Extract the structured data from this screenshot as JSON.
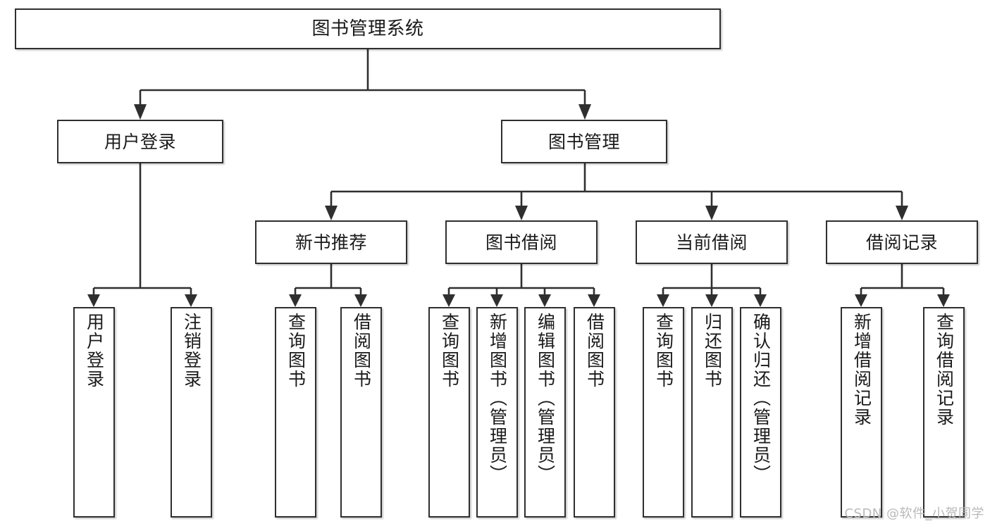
{
  "diagram": {
    "title": "图书管理系统",
    "watermark": "CSDN @软件_小贺同学",
    "colors": {
      "stroke": "#2f2f2f",
      "fill": "#ffffff",
      "text": "#1a1a1a",
      "watermark": "#b9b9b9"
    },
    "levels": {
      "root": {
        "label": "图书管理系统"
      },
      "level2": [
        {
          "id": "user-login",
          "label": "用户登录"
        },
        {
          "id": "book-management",
          "label": "图书管理"
        }
      ],
      "level3": [
        {
          "id": "new-book-recommend",
          "label": "新书推荐"
        },
        {
          "id": "book-borrow",
          "label": "图书借阅"
        },
        {
          "id": "current-borrow",
          "label": "当前借阅"
        },
        {
          "id": "borrow-record",
          "label": "借阅记录"
        }
      ],
      "leaves": {
        "user-login": [
          {
            "id": "leaf-user-login",
            "label": "用户登录"
          },
          {
            "id": "leaf-logout",
            "label": "注销登录"
          }
        ],
        "new-book-recommend": [
          {
            "id": "leaf-query-book-1",
            "label": "查询图书"
          },
          {
            "id": "leaf-borrow-book-1",
            "label": "借阅图书"
          }
        ],
        "book-borrow": [
          {
            "id": "leaf-query-book-2",
            "label": "查询图书"
          },
          {
            "id": "leaf-add-book",
            "label": "新增图书（管理员）"
          },
          {
            "id": "leaf-edit-book",
            "label": "编辑图书（管理员）"
          },
          {
            "id": "leaf-borrow-book-2",
            "label": "借阅图书"
          }
        ],
        "current-borrow": [
          {
            "id": "leaf-query-book-3",
            "label": "查询图书"
          },
          {
            "id": "leaf-return-book",
            "label": "归还图书"
          },
          {
            "id": "leaf-confirm-return",
            "label": "确认归还（管理员）"
          }
        ],
        "borrow-record": [
          {
            "id": "leaf-add-record",
            "label": "新增借阅记录"
          },
          {
            "id": "leaf-query-record",
            "label": "查询借阅记录"
          }
        ]
      }
    }
  }
}
